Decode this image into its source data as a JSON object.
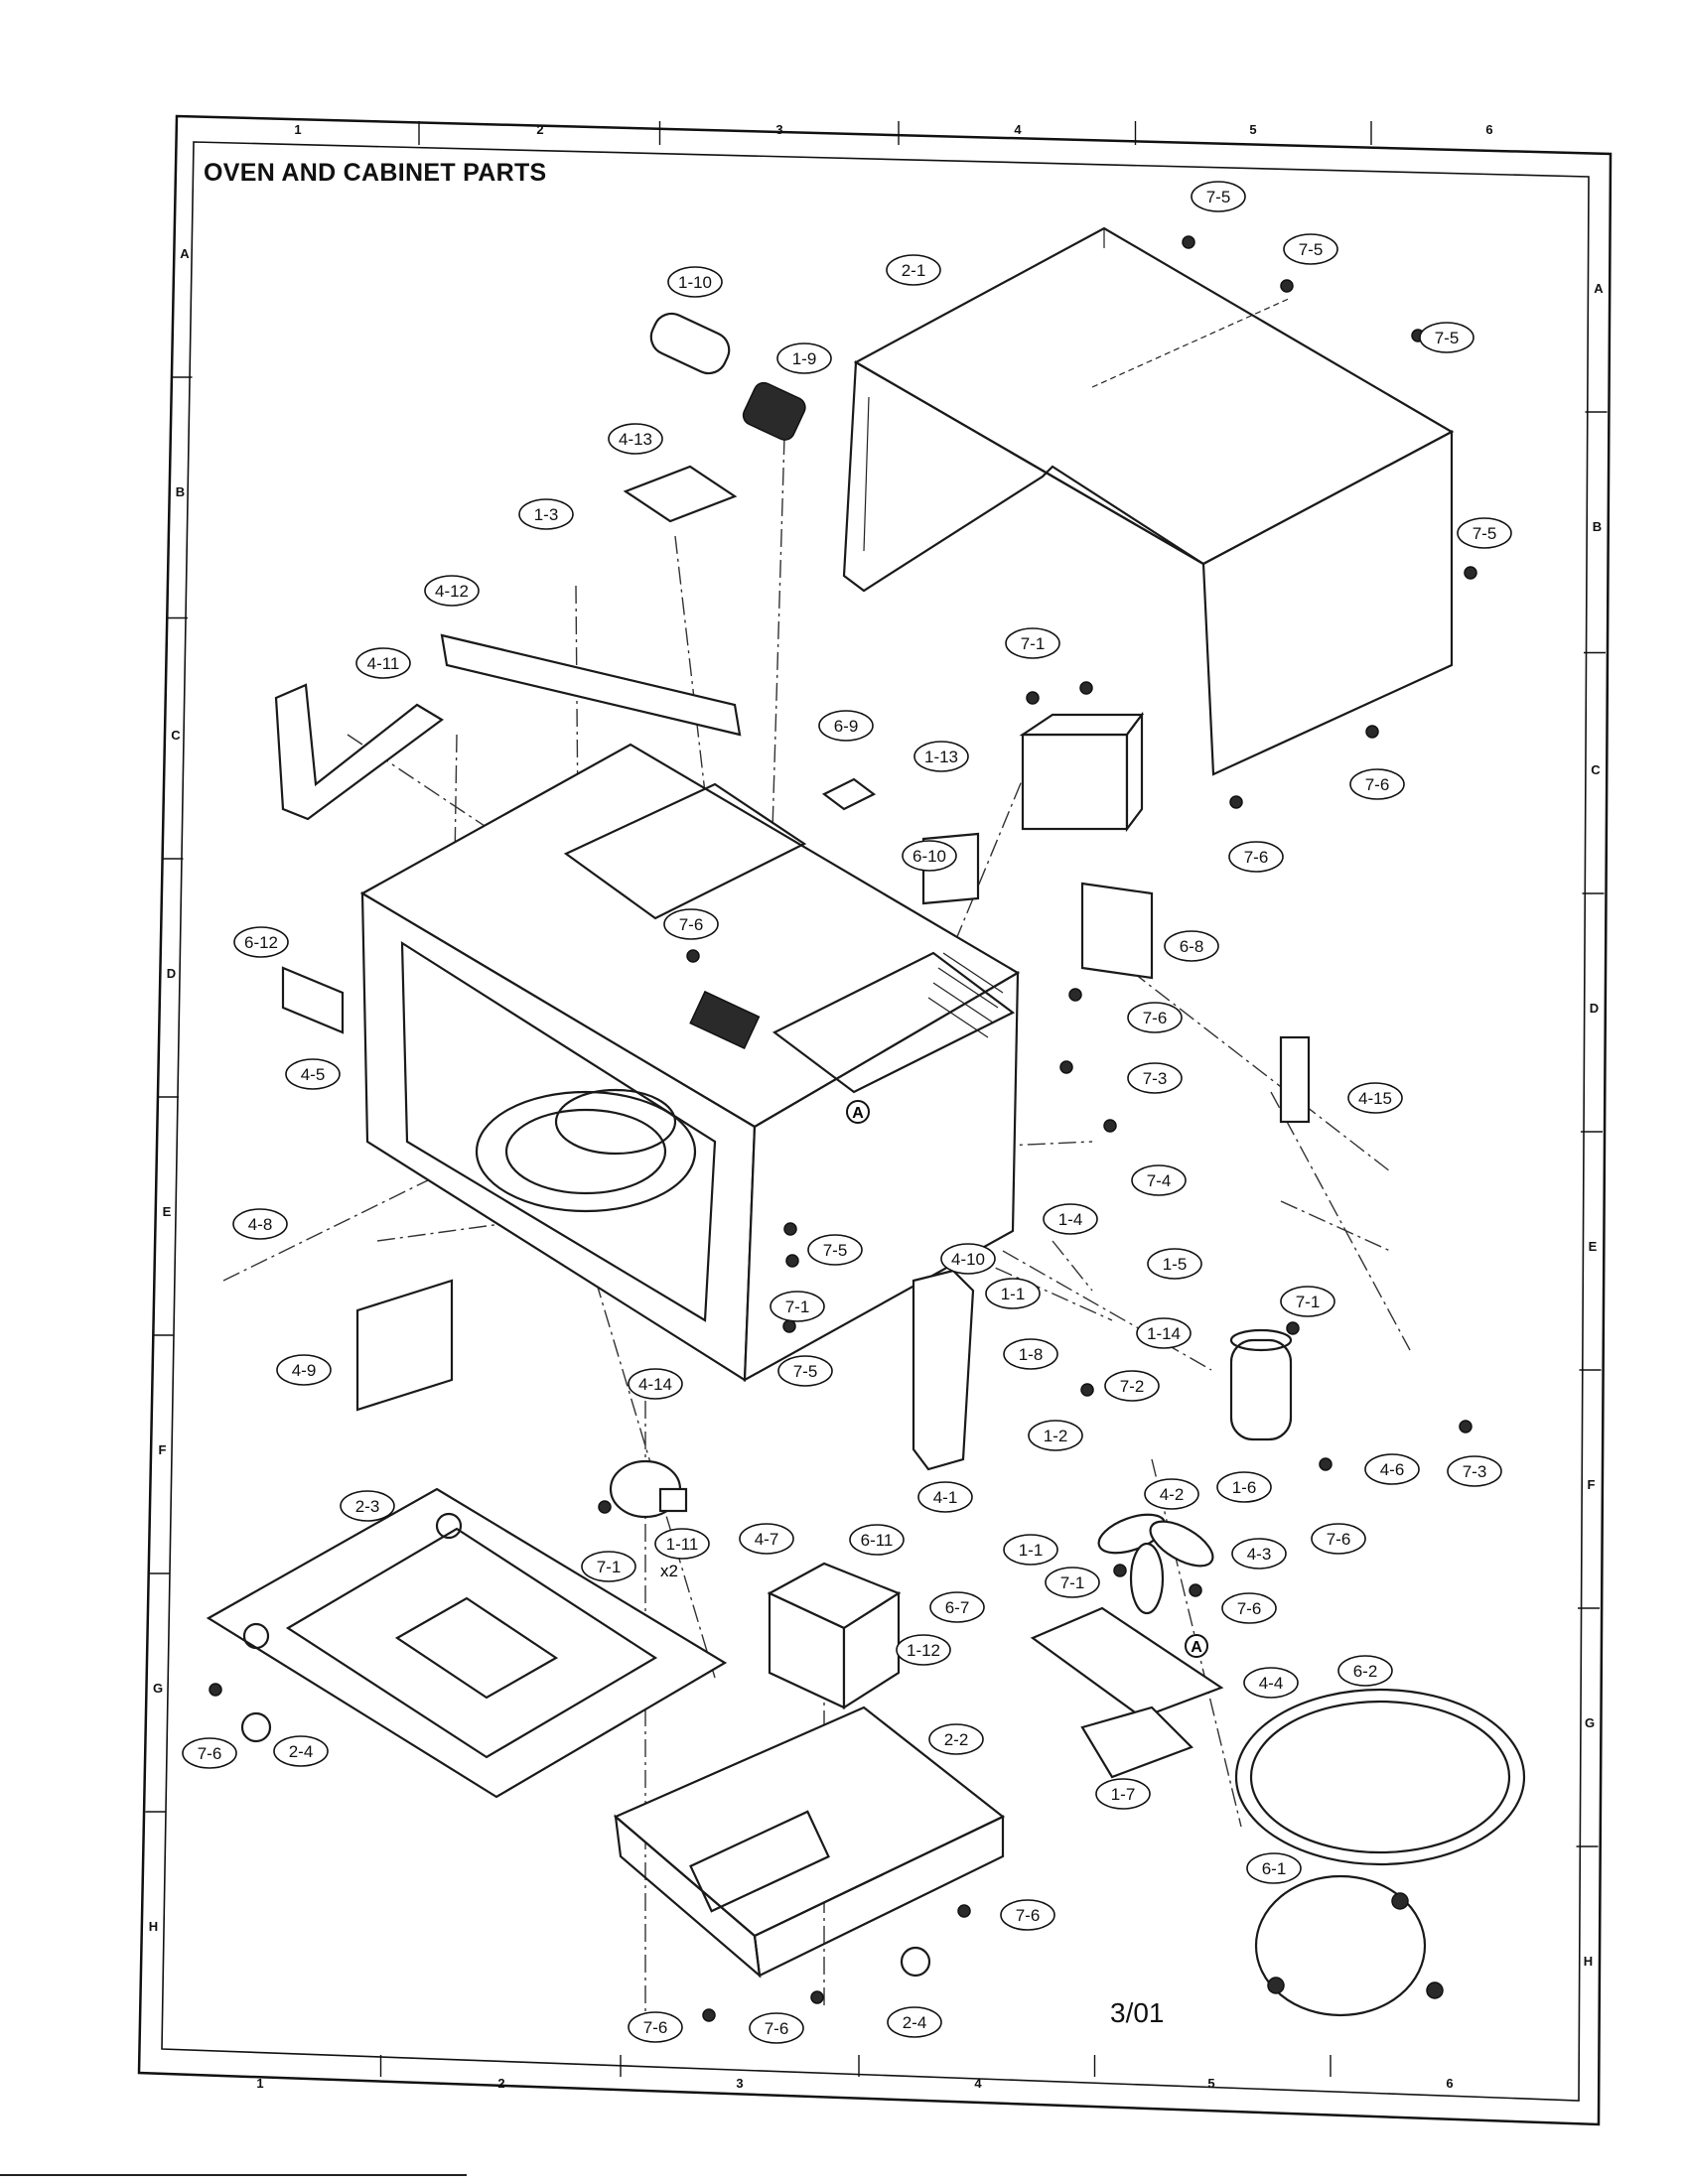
{
  "title": "OVEN AND CABINET PARTS",
  "date_code": "3/01",
  "grid": {
    "columns": [
      "1",
      "2",
      "3",
      "4",
      "5",
      "6"
    ],
    "rows": [
      "A",
      "B",
      "C",
      "D",
      "E",
      "F",
      "G",
      "H"
    ]
  },
  "part_labels": [
    "7-5",
    "7-5",
    "7-5",
    "2-1",
    "1-10",
    "1-9",
    "4-13",
    "7-5",
    "1-3",
    "4-12",
    "4-11",
    "7-1",
    "6-9",
    "1-13",
    "7-6",
    "6-10",
    "7-6",
    "6-12",
    "7-6",
    "6-8",
    "7-6",
    "4-5",
    "7-3",
    "4-15",
    "7-4",
    "1-4",
    "4-8",
    "7-5",
    "4-10",
    "1-5",
    "7-1",
    "1-1",
    "1-14",
    "7-1",
    "4-9",
    "7-5",
    "1-8",
    "7-2",
    "4-14",
    "1-2",
    "4-2",
    "1-6",
    "4-6",
    "7-3",
    "4-1",
    "7-6",
    "2-3",
    "1-11",
    "4-7",
    "6-11",
    "1-1",
    "4-3",
    "7-1",
    "7-1",
    "6-7",
    "7-6",
    "1-12",
    "4-4",
    "6-2",
    "2-2",
    "7-6",
    "2-4",
    "1-7",
    "6-1",
    "7-6",
    "2-4",
    "7-6",
    "7-6"
  ],
  "multiplier_note": "x2",
  "reference_marks": [
    "A",
    "A"
  ]
}
